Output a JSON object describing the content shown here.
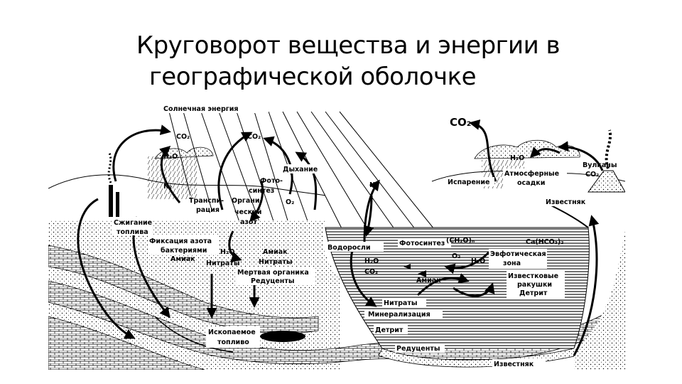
{
  "title": {
    "line1": "Круговорот вещества и энергии в",
    "line2": "географической оболочке"
  },
  "labels": {
    "solar": "Солнечная энергия",
    "co2_1": "CO₂",
    "co2_2": "CO₂",
    "co2_top": "CO₂",
    "h2o_left": "H₂O",
    "n2_left": "N₂",
    "respiration": "Дыхание",
    "photo1": "Фото-",
    "photo2": "синтез",
    "transp1": "Транспи-",
    "transp2": "рация",
    "org1": "Органи-",
    "org2": "ческий",
    "org3": "азот",
    "o2": "O₂",
    "n2_mid": "N₂",
    "combust1": "Сжигание",
    "combust2": "топлива",
    "fix1": "Фиксация азота",
    "fix2": "бактериями",
    "h2o_mid": "H₂O",
    "ammonia_l": "Амиак",
    "ammonia_m": "Амиак",
    "nitrates_l": "Нитраты",
    "nitrates_m": "Нитраты",
    "dead1": "Мертвая органика",
    "dead2": "Редуценты",
    "fossil1": "Ископаемое",
    "fossil2": "топливо",
    "algae": "Водоросли",
    "photosynth": "Фотосинтез",
    "ch2o": "(CH₂O)ₙ",
    "h2o_w": "H₂O",
    "co2_w": "CO₂",
    "o2_w": "O₂",
    "h2o_w2": "H₂O",
    "ammonia_w": "Амиак",
    "nitrates_w": "Нитраты",
    "mineral": "Минерализация",
    "detritus": "Детрит",
    "reducers": "Редуценты",
    "h2o_right": "H₂O",
    "evap": "Испарение",
    "precip1": "Атмосферные",
    "precip2": "осадки",
    "volcano": "Вулканы",
    "co2_right": "CO₂",
    "limestone_top": "Известняк",
    "caco": "Ca(HCO₃)₂",
    "euph1": "Эвфотическая",
    "euph2": "зона",
    "shells1": "Известковые",
    "shells2": "ракушки",
    "detritus_r": "Детрит",
    "limestone_bot": "Известняк"
  }
}
